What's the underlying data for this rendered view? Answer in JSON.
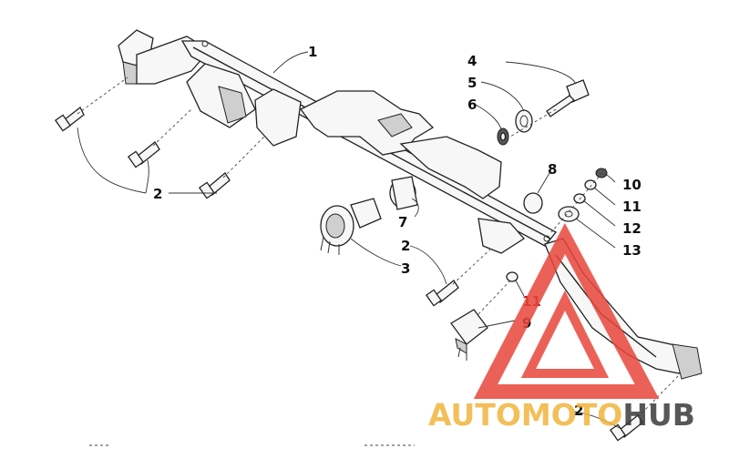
{
  "diagram": {
    "callouts": [
      {
        "id": "c1",
        "label": "1",
        "color": "#111111"
      },
      {
        "id": "c2a",
        "label": "2",
        "color": "#111111"
      },
      {
        "id": "c2b",
        "label": "2",
        "color": "#111111"
      },
      {
        "id": "c2c",
        "label": "2",
        "color": "#111111"
      },
      {
        "id": "c3",
        "label": "3",
        "color": "#111111"
      },
      {
        "id": "c4",
        "label": "4",
        "color": "#111111"
      },
      {
        "id": "c5",
        "label": "5",
        "color": "#111111"
      },
      {
        "id": "c6",
        "label": "6",
        "color": "#111111"
      },
      {
        "id": "c7",
        "label": "7",
        "color": "#111111"
      },
      {
        "id": "c8",
        "label": "8",
        "color": "#111111"
      },
      {
        "id": "c9",
        "label": "9",
        "color": "#111111"
      },
      {
        "id": "c10",
        "label": "10",
        "color": "#111111"
      },
      {
        "id": "c11a",
        "label": "11",
        "color": "#111111"
      },
      {
        "id": "c11b",
        "label": "11",
        "color": "#111111"
      },
      {
        "id": "c12",
        "label": "12",
        "color": "#111111"
      },
      {
        "id": "c13",
        "label": "13",
        "color": "#111111"
      }
    ]
  },
  "watermark": {
    "part1": "AUTOMOTO",
    "part2": "HUB",
    "color_primary": "#f2b43c",
    "color_secondary": "#3a3a3a",
    "logo_color": "#e8463c"
  }
}
